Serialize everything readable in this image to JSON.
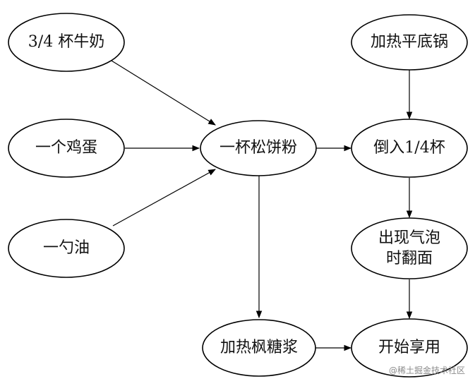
{
  "diagram": {
    "nodes": [
      {
        "id": "milk",
        "label": "3/4 杯牛奶"
      },
      {
        "id": "egg",
        "label": "一个鸡蛋"
      },
      {
        "id": "oil",
        "label": "一勺油"
      },
      {
        "id": "mix",
        "label": "一杯松饼粉"
      },
      {
        "id": "heat_pan",
        "label": "加热平底锅"
      },
      {
        "id": "pour",
        "label": "倒入1/4杯"
      },
      {
        "id": "flip_line1",
        "label": "出现气泡"
      },
      {
        "id": "flip_line2",
        "label": "时翻面"
      },
      {
        "id": "syrup",
        "label": "加热枫糖浆"
      },
      {
        "id": "serve",
        "label": "开始享用"
      }
    ],
    "edges": [
      {
        "from": "milk",
        "to": "mix"
      },
      {
        "from": "egg",
        "to": "mix"
      },
      {
        "from": "oil",
        "to": "mix"
      },
      {
        "from": "mix",
        "to": "pour"
      },
      {
        "from": "mix",
        "to": "syrup"
      },
      {
        "from": "heat_pan",
        "to": "pour"
      },
      {
        "from": "pour",
        "to": "flip"
      },
      {
        "from": "flip",
        "to": "serve"
      },
      {
        "from": "syrup",
        "to": "serve"
      }
    ]
  },
  "watermark": "@稀土掘金技术社区"
}
